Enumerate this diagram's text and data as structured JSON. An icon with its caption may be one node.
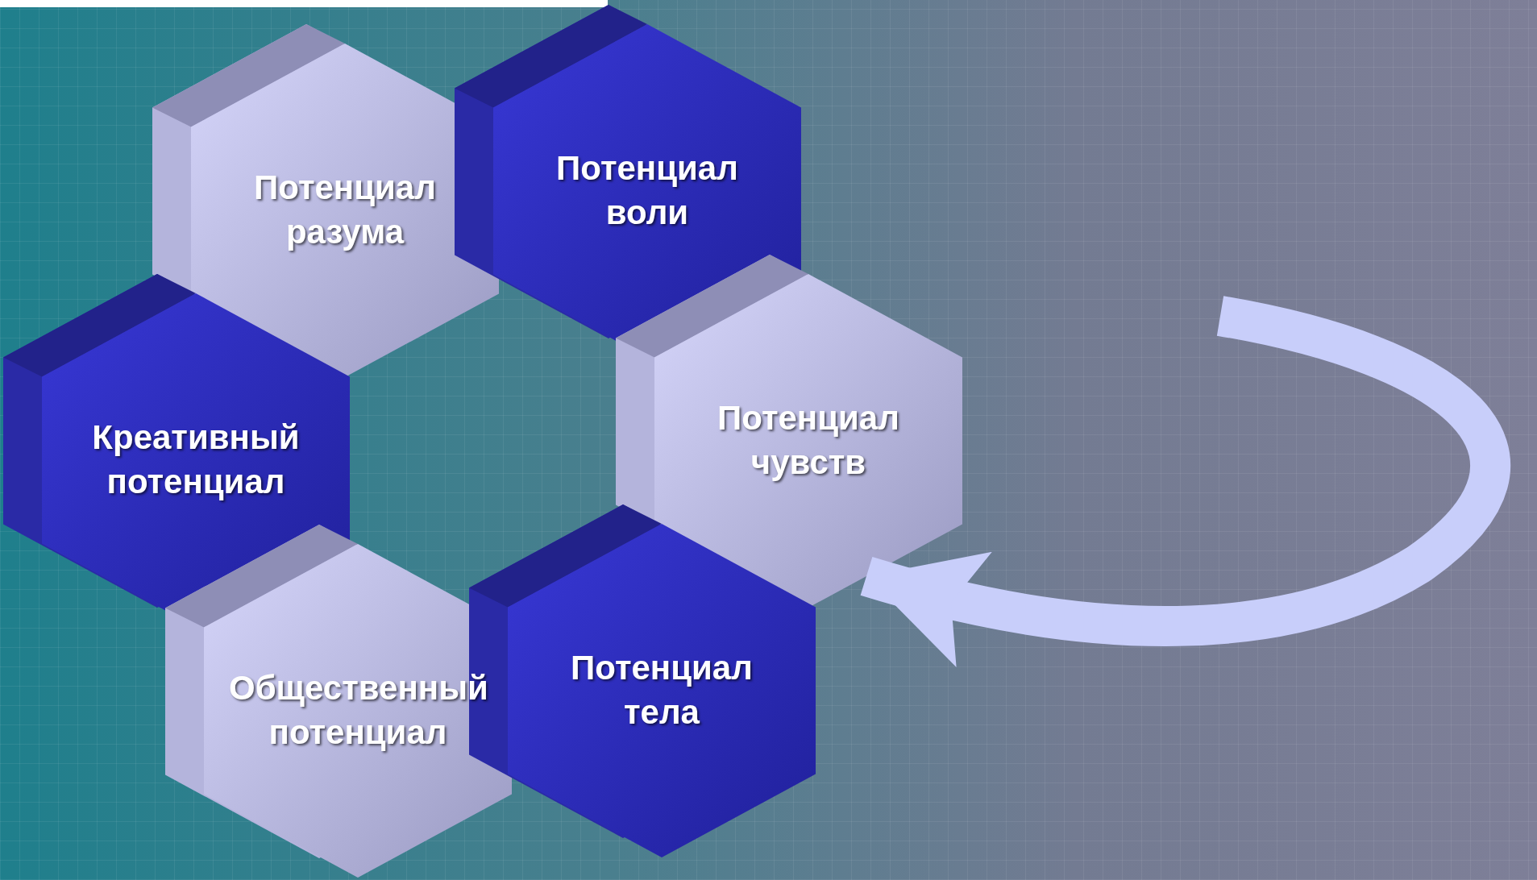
{
  "diagram": {
    "nodes": [
      {
        "text": [
          "Потенциал разума"
        ]
      },
      {
        "text": [
          "Потенциал воли"
        ]
      },
      {
        "text": [
          "Креативный потенциал"
        ]
      },
      {
        "text": [
          "Потенциал чувств"
        ]
      },
      {
        "text": [
          "Общественный потенциал"
        ]
      },
      {
        "text": [
          "Потенциал тела"
        ]
      }
    ],
    "edges": [
      {
        "from": null,
        "to": 3,
        "arrow": "to"
      }
    ]
  }
}
